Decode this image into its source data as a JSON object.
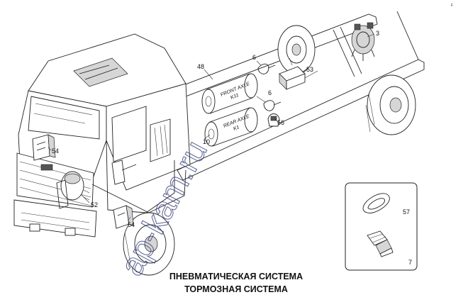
{
  "diagram": {
    "corner_mark": "F",
    "title_line1": "ПНЕВМАТИЧЕСКАЯ СИСТЕМА",
    "title_line2": "ТОРМОЗНАЯ СИСТЕМА",
    "watermark": "ap-kam.ru",
    "callouts": {
      "c3": "3",
      "c48": "48",
      "c6a": "6",
      "c53": "53",
      "c6b": "6",
      "c56": "56",
      "c10": "10",
      "c54a": "54",
      "c52": "52",
      "c54b": "54",
      "c57": "57",
      "c7": "7"
    },
    "tank_front": {
      "line1": "FRONT AXLE",
      "line2": "K11"
    },
    "tank_rear": {
      "line1": "REAR AXLE",
      "line2": "K1"
    }
  }
}
